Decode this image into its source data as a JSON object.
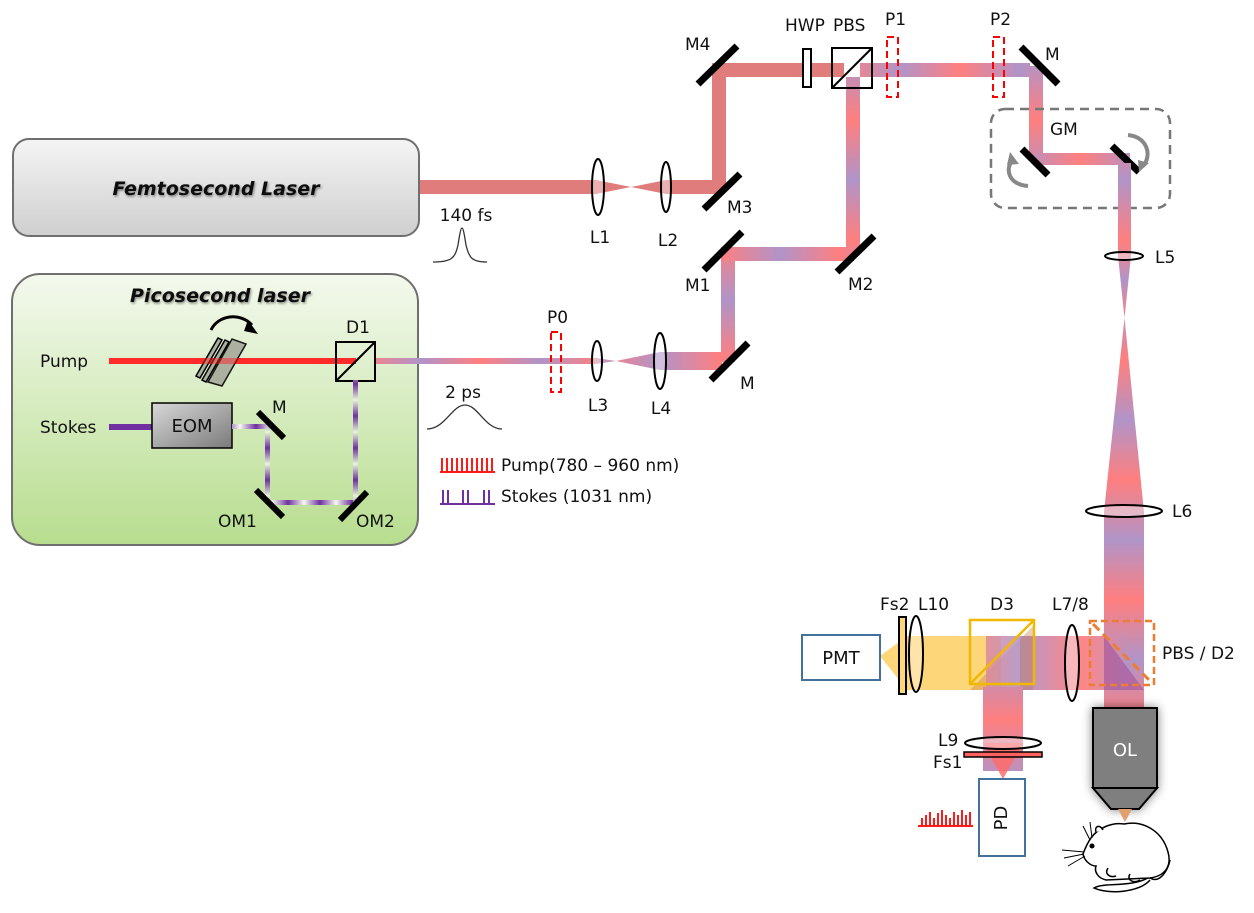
{
  "lasers": {
    "femtosecond": {
      "title": "Femtosecond Laser",
      "pulse_width": "140 fs"
    },
    "picosecond": {
      "title": "Picosecond laser",
      "pulse_width": "2 ps",
      "pump_label": "Pump",
      "stokes_label": "Stokes",
      "eom_label": "EOM"
    }
  },
  "legend": {
    "pump": "Pump(780 – 960 nm)",
    "stokes": "Stokes (1031 nm)"
  },
  "labels": {
    "D1": "D1",
    "M_pico": "M",
    "OM1": "OM1",
    "OM2": "OM2",
    "P0": "P0",
    "L3": "L3",
    "L4": "L4",
    "M_pico_out": "M",
    "L1": "L1",
    "L2": "L2",
    "M1": "M1",
    "M2": "M2",
    "M3": "M3",
    "M4": "M4",
    "HWP": "HWP",
    "PBS": "PBS",
    "P1": "P1",
    "P2": "P2",
    "M_top": "M",
    "GM": "GM",
    "L5": "L5",
    "L6": "L6",
    "L78": "L7/8",
    "PBS_D2": "PBS / D2",
    "D3": "D3",
    "L10": "L10",
    "Fs2": "Fs2",
    "PMT": "PMT",
    "L9": "L9",
    "Fs1": "Fs1",
    "PD": "PD",
    "OL": "OL"
  },
  "colors": {
    "pump": "#ff2a2a",
    "stokes": "#7030a0",
    "fs_beam": "#e07c7c",
    "mixed_a": "#ff7f7f",
    "mixed_b": "#b094c8",
    "signal": "#fdd67a",
    "pico_bg_top": "#f2f8ec",
    "pico_bg_bottom": "#b8de90",
    "fs_bg_top": "#f2f2f2",
    "fs_bg_bottom": "#d0d0d0",
    "d3_frame": "#f0b800",
    "pbs_d2_frame": "#ed7d31",
    "detector_frame": "#41719c",
    "polarizer": "#ff0000"
  }
}
